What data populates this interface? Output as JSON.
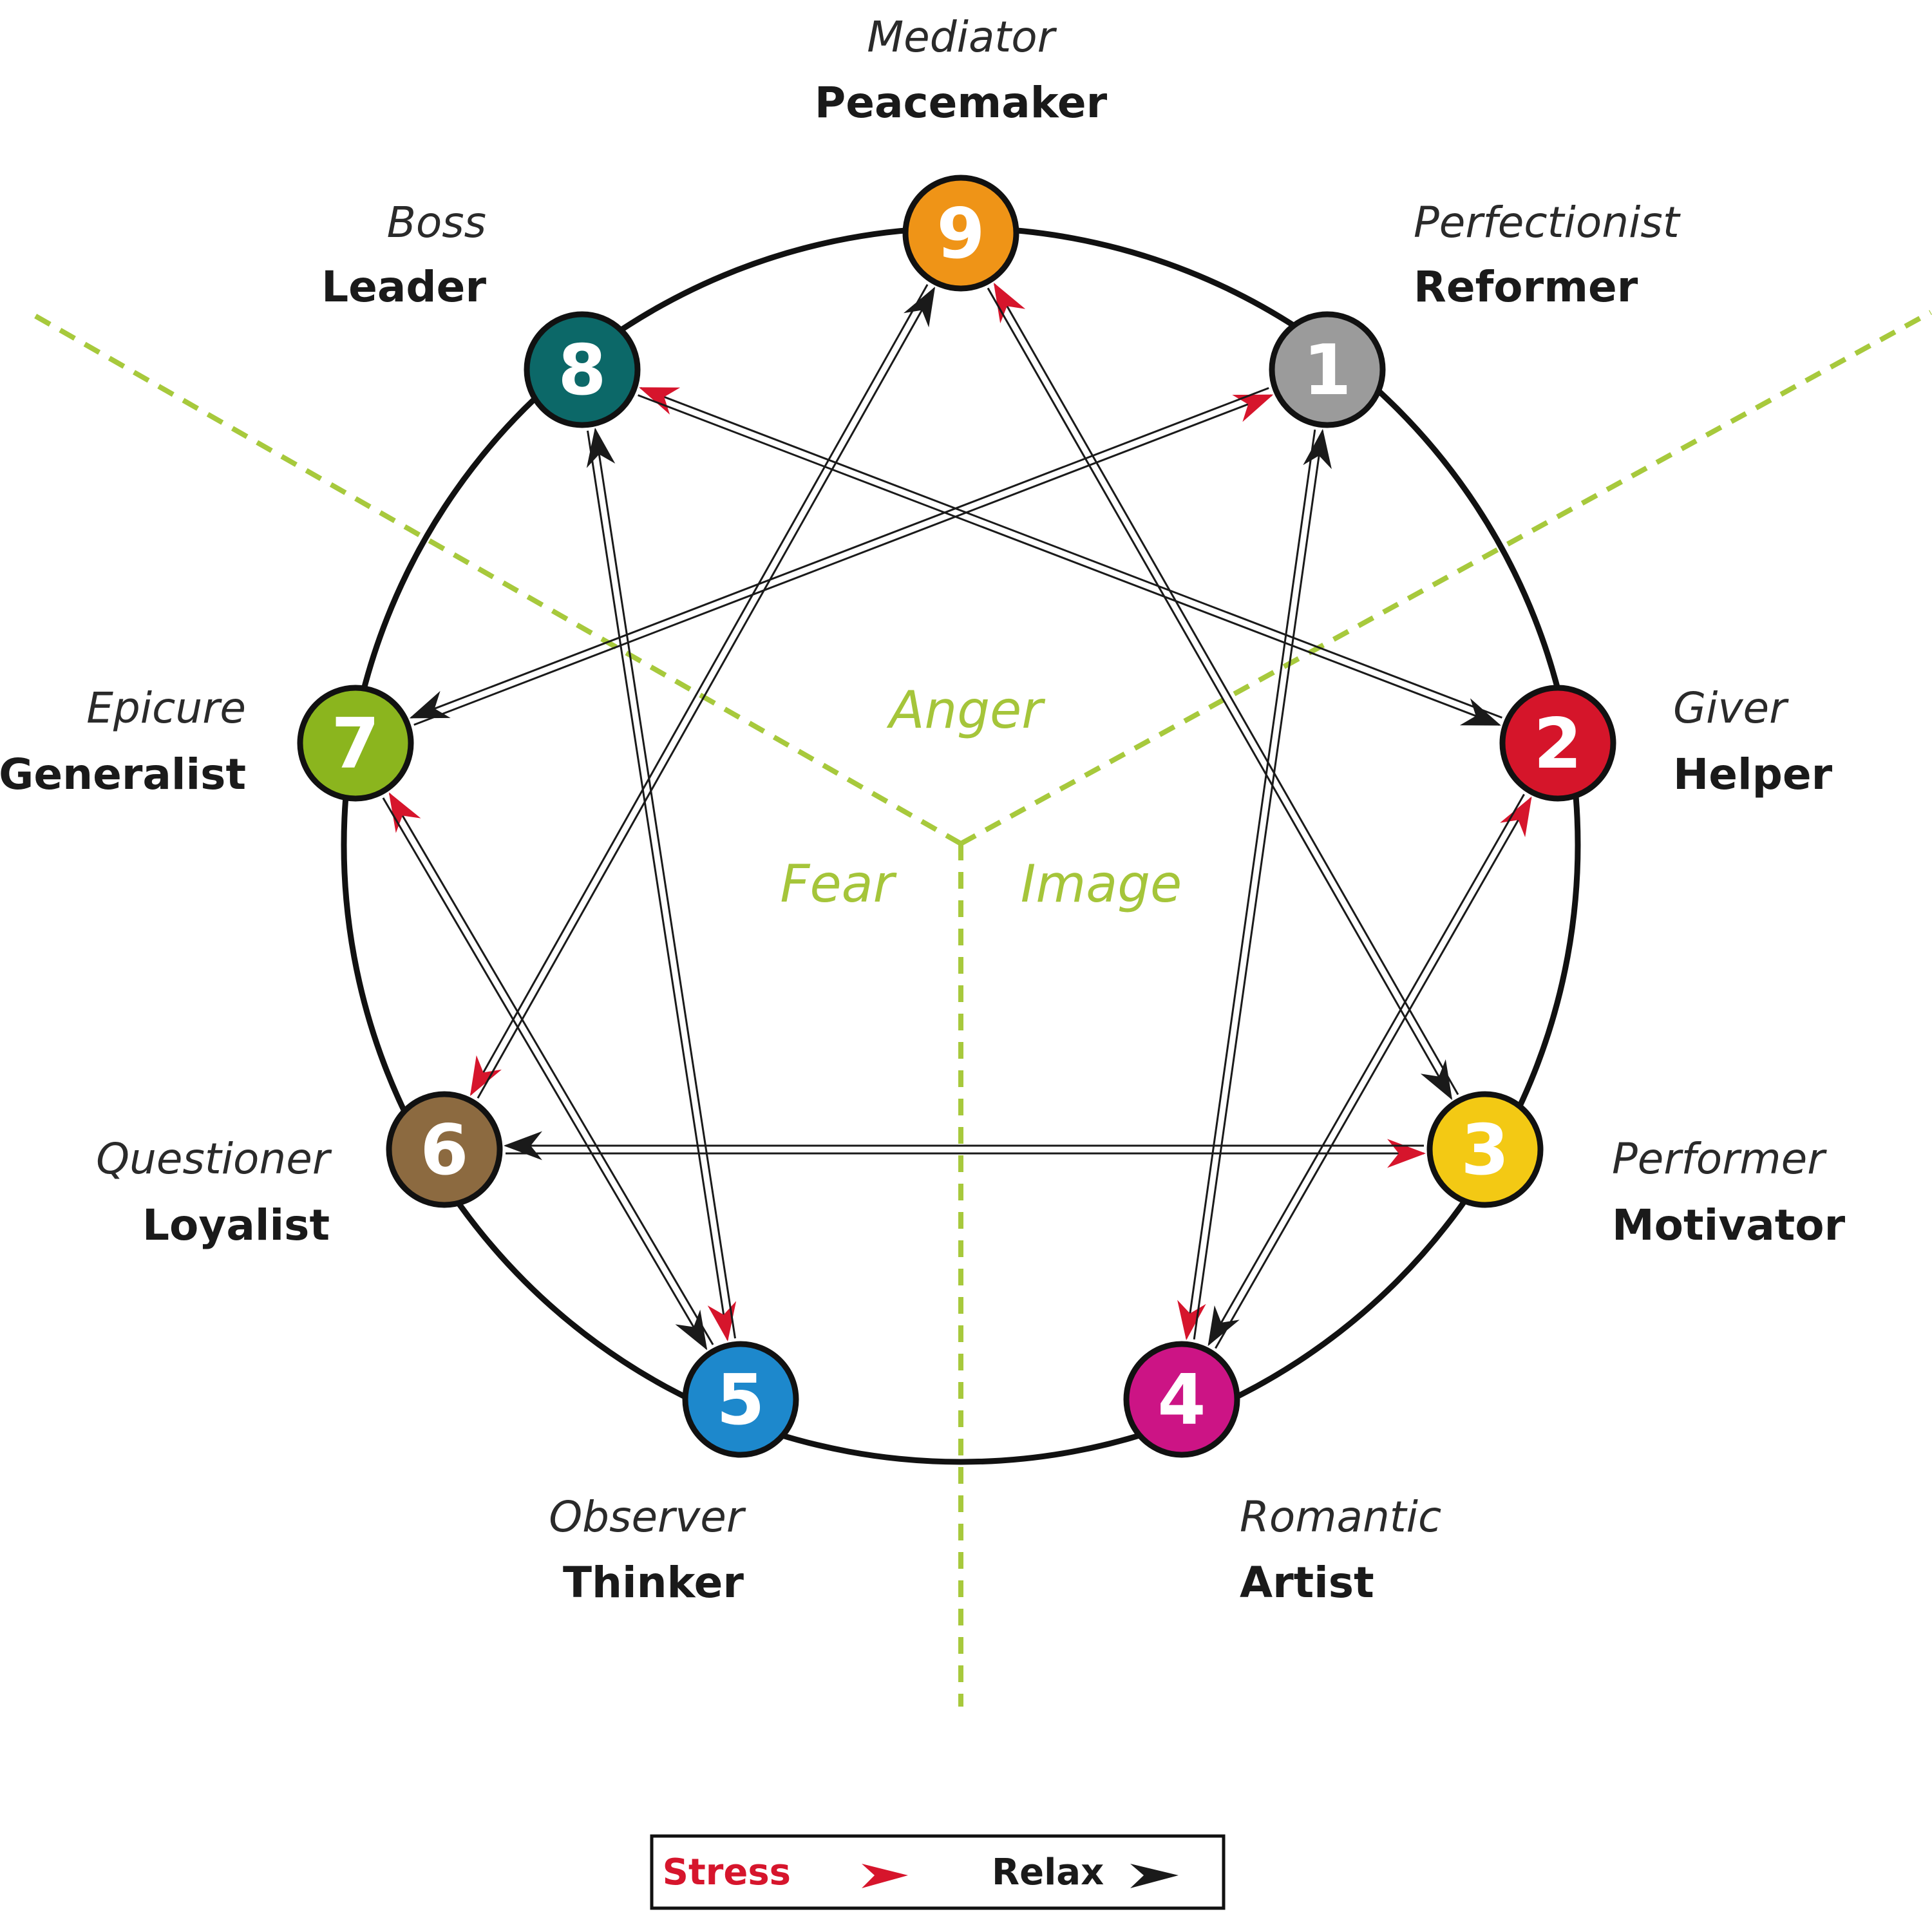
{
  "colors": {
    "stress": "#d6152c",
    "relax": "#1a1a1a",
    "divider": "#a7c93c",
    "center_text": "#a5c53a",
    "ring": "#111111"
  },
  "types": [
    {
      "num": "1",
      "alt": "Perfectionist",
      "name": "Reformer",
      "color": "#9b9b9b"
    },
    {
      "num": "2",
      "alt": "Giver",
      "name": "Helper",
      "color": "#d5152a"
    },
    {
      "num": "3",
      "alt": "Performer",
      "name": "Motivator",
      "color": "#f3c914"
    },
    {
      "num": "4",
      "alt": "Romantic",
      "name": "Artist",
      "color": "#cc1485"
    },
    {
      "num": "5",
      "alt": "Observer",
      "name": "Thinker",
      "color": "#1d88cc"
    },
    {
      "num": "6",
      "alt": "Questioner",
      "name": "Loyalist",
      "color": "#8c6a40"
    },
    {
      "num": "7",
      "alt": "Epicure",
      "name": "Generalist",
      "color": "#8bb51e"
    },
    {
      "num": "8",
      "alt": "Boss",
      "name": "Leader",
      "color": "#0c6868"
    },
    {
      "num": "9",
      "alt": "Mediator",
      "name": "Peacemaker",
      "color": "#ef9417"
    }
  ],
  "centers": {
    "anger": "Anger",
    "fear": "Fear",
    "image": "Image"
  },
  "connections": [
    {
      "from": "1",
      "to": "4",
      "kind": "stress"
    },
    {
      "from": "4",
      "to": "1",
      "kind": "relax"
    },
    {
      "from": "4",
      "to": "2",
      "kind": "stress"
    },
    {
      "from": "2",
      "to": "4",
      "kind": "relax"
    },
    {
      "from": "2",
      "to": "8",
      "kind": "stress"
    },
    {
      "from": "8",
      "to": "2",
      "kind": "relax"
    },
    {
      "from": "8",
      "to": "5",
      "kind": "stress"
    },
    {
      "from": "5",
      "to": "8",
      "kind": "relax"
    },
    {
      "from": "5",
      "to": "7",
      "kind": "stress"
    },
    {
      "from": "7",
      "to": "5",
      "kind": "relax"
    },
    {
      "from": "7",
      "to": "1",
      "kind": "stress"
    },
    {
      "from": "1",
      "to": "7",
      "kind": "relax"
    },
    {
      "from": "3",
      "to": "9",
      "kind": "stress"
    },
    {
      "from": "9",
      "to": "3",
      "kind": "relax"
    },
    {
      "from": "9",
      "to": "6",
      "kind": "stress"
    },
    {
      "from": "6",
      "to": "9",
      "kind": "relax"
    },
    {
      "from": "6",
      "to": "3",
      "kind": "stress"
    },
    {
      "from": "3",
      "to": "6",
      "kind": "relax"
    }
  ],
  "legend": {
    "stress_label": "Stress",
    "relax_label": "Relax"
  }
}
